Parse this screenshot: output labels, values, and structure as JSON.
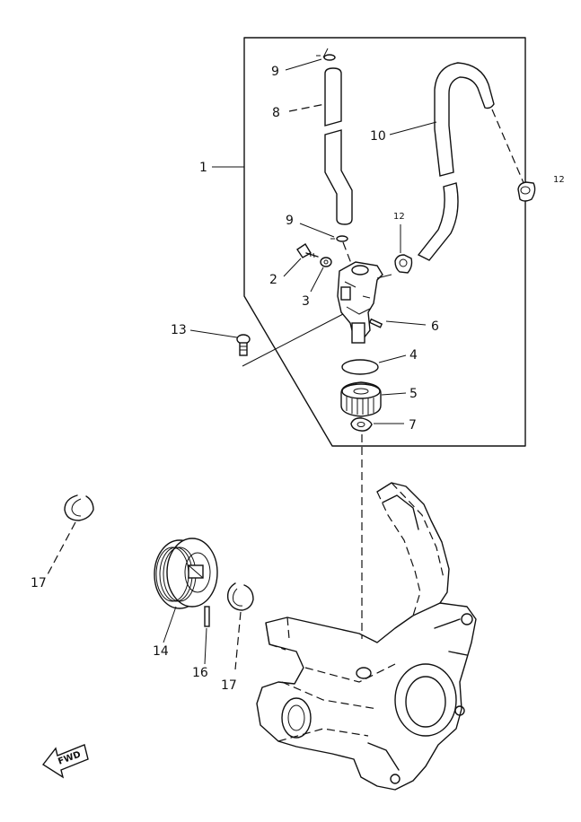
{
  "callouts": {
    "c1": "1",
    "c2": "2",
    "c3": "3",
    "c4": "4",
    "c5": "5",
    "c6": "6",
    "c7": "7",
    "c8": "8",
    "c9a": "9",
    "c9b": "9",
    "c10": "10",
    "c12a": "12",
    "c12b": "12",
    "c13": "13",
    "c14": "14",
    "c16": "16",
    "c17a": "17",
    "c17b": "17"
  },
  "forward_arrow": {
    "label": "FWD"
  },
  "colors": {
    "ink": "#111111",
    "paper": "#ffffff"
  }
}
